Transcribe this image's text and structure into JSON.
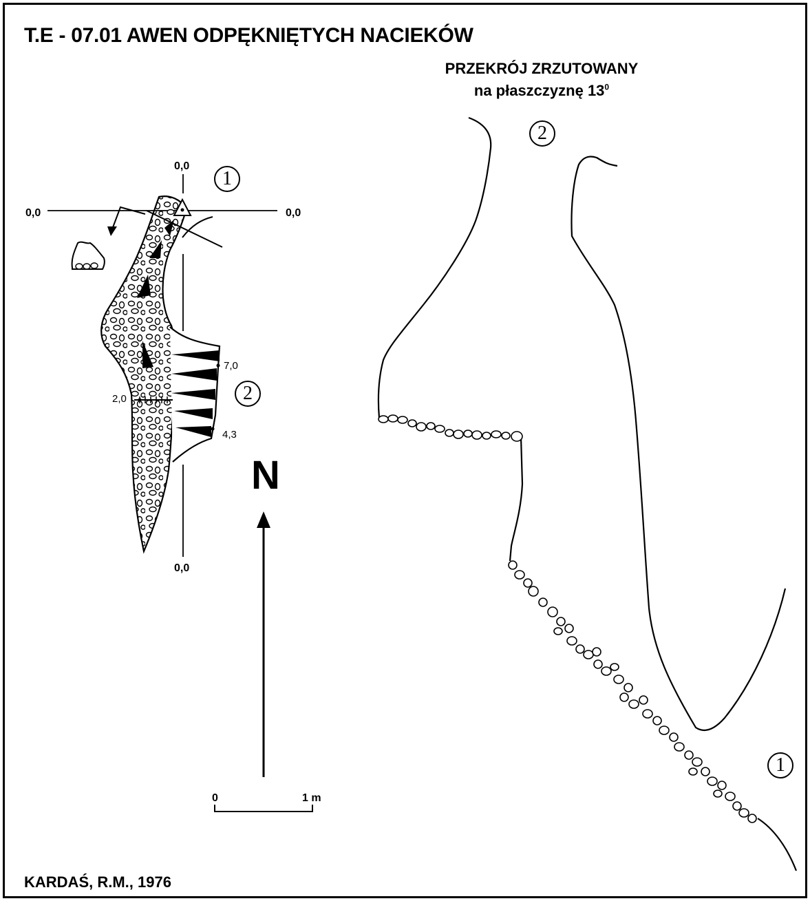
{
  "title": "T.E - 07.01  AWEN ODPĘKNIĘTYCH NACIEKÓW",
  "section": {
    "line1": "PRZEKRÓJ ZRZUTOWANY",
    "line2_text": "na płaszczyznę 13",
    "line2_sup": "0"
  },
  "plan": {
    "axis_top": "0,0",
    "axis_left": "0,0",
    "axis_right": "0,0",
    "axis_bottom": "0,0",
    "marker_1": "1",
    "marker_2": "2",
    "depth_7": "7,0",
    "depth_43": "4,3",
    "depth_2": "2,0"
  },
  "section_markers": {
    "marker_1": "1",
    "marker_2": "2"
  },
  "north_label": "N",
  "scale": {
    "start": "0",
    "end": "1 m"
  },
  "author": "KARDAŚ, R.M., 1976"
}
